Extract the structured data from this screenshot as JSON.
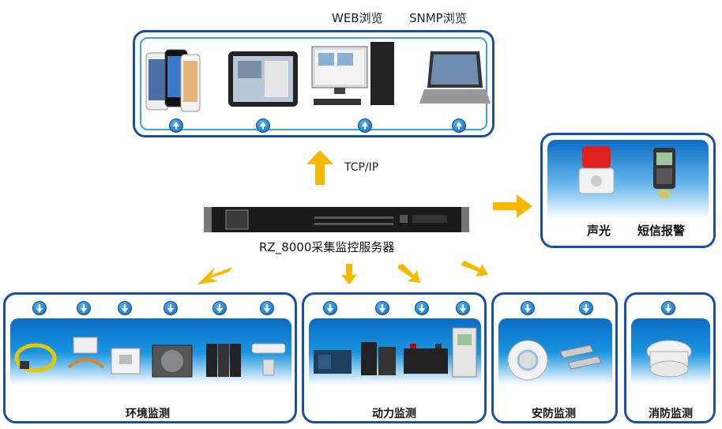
{
  "top": {
    "web_label": "WEB浏览",
    "snmp_label": "SNMP浏览"
  },
  "tcp_label": "TCP/IP",
  "server_label": "RZ_8000采集监控服务器",
  "alarm": {
    "sound_light": "声光",
    "sms": "短信报警"
  },
  "groups": [
    {
      "title": "环境监测",
      "items": [
        "普通水浸",
        "定位水浸",
        "温湿度",
        "新风机",
        "精密空调",
        "普通空调"
      ]
    },
    {
      "title": "动力监测",
      "items": [
        "柴油发电机",
        "UPS",
        "电池组",
        "配电柜"
      ]
    },
    {
      "title": "安防监测",
      "items": [
        "双  鉴",
        "门  磁"
      ]
    },
    {
      "title": "消防监测",
      "items": [
        "烟  感"
      ]
    }
  ],
  "colors": {
    "panel_border": "#1b4fa0",
    "arrow_orange": "#f6b800",
    "blue": "#1a95e0"
  },
  "icons": [
    "smartphone-icon",
    "tablet-icon",
    "desktop-icon",
    "laptop-icon",
    "siren-icon",
    "cellphone-icon"
  ]
}
